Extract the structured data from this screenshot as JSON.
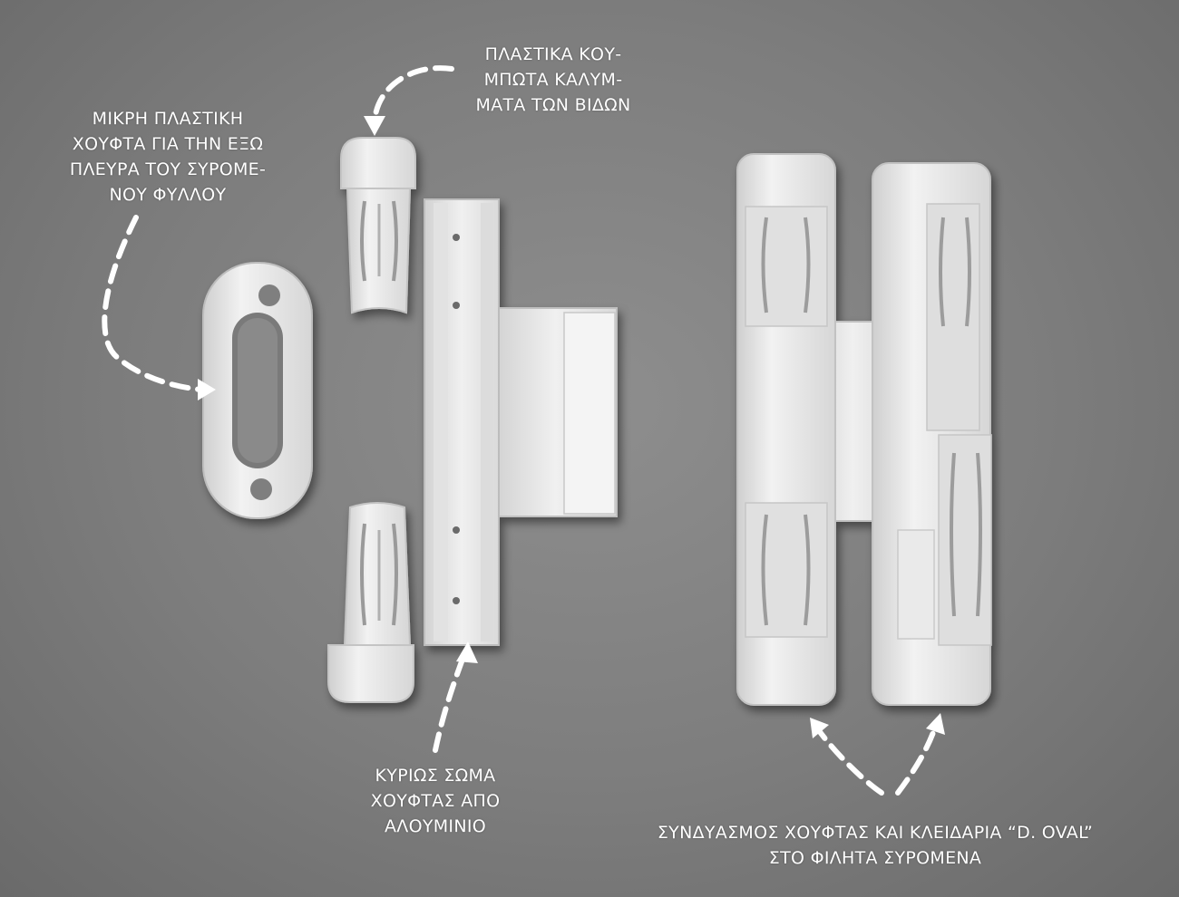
{
  "labels": {
    "small_handle": [
      "ΜΙΚΡΗ ΠΛΑΣΤΙΚΗ",
      "ΧΟΥΦΤΑ ΓΙΑ ΤΗΝ ΕΞΩ",
      "ΠΛΕΥΡΑ ΤΟΥ ΣΥΡΟΜΕ-",
      "ΝΟΥ ΦΥΛΛΟΥ"
    ],
    "caps": [
      "ΠΛΑΣΤΙΚΑ ΚΟΥ-",
      "ΜΠΩΤΑ ΚΑΛΥΜ-",
      "ΜΑΤΑ ΤΩΝ ΒΙΔΩΝ"
    ],
    "main_body": [
      "ΚΥΡΙΩΣ ΣΩΜΑ",
      "ΧΟΥΦΤΑΣ ΑΠΟ",
      "ΑΛΟΥΜΙΝΙΟ"
    ],
    "combination": [
      "ΣΥΝΔΥΑΣΜΟΣ ΧΟΥΦΤΑΣ ΚΑΙ ΚΛΕΙΔΑΡΙΑ “D. OVAL”",
      "ΣΤΟ ΦΙΛΗΤΑ ΣΥΡΟΜΕΝΑ"
    ]
  },
  "colors": {
    "background": "#7d7d7d",
    "part": "#e9e9e9",
    "label": "#ffffff"
  }
}
